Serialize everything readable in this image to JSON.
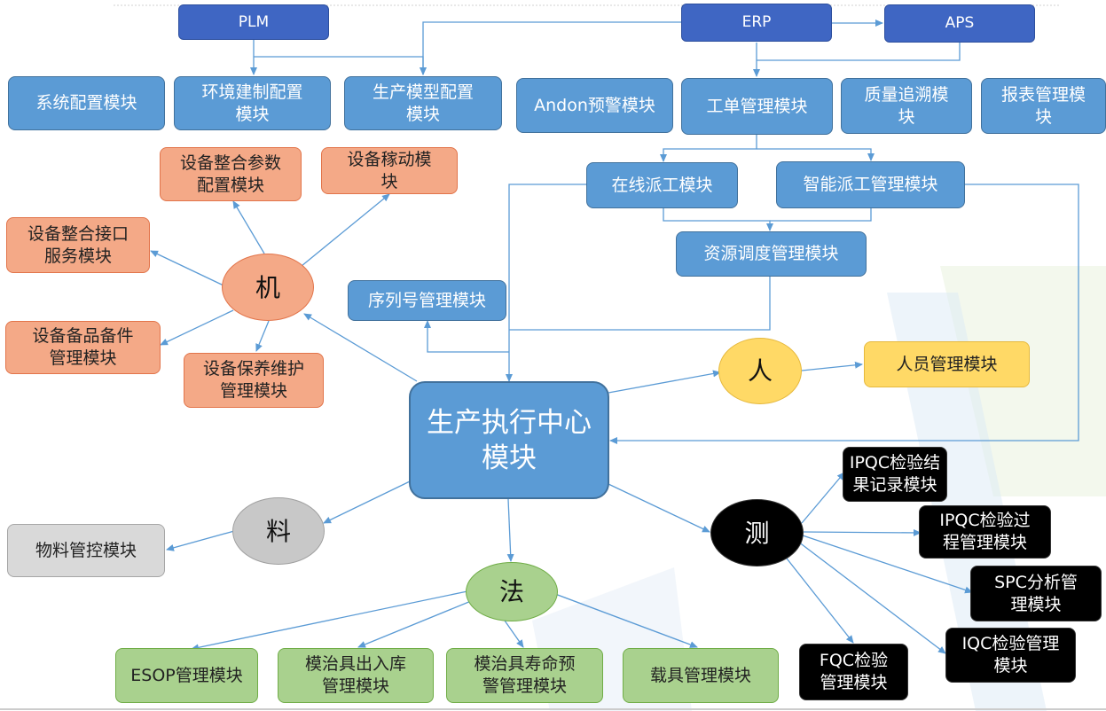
{
  "top": {
    "plm": "PLM",
    "erp": "ERP",
    "aps": "APS"
  },
  "modules": {
    "sys_config": "系统配置模块",
    "env_config": "环境建制配置\n模块",
    "prod_model": "生产模型配置\n模块",
    "andon": "Andon预警模块",
    "work_order": "工单管理模块",
    "quality_trace": "质量追溯模\n块",
    "report": "报表管理模\n块",
    "online_dispatch": "在线派工模块",
    "smart_dispatch": "智能派工管理模块",
    "resource_sched": "资源调度管理模块",
    "serial_no": "序列号管理模块",
    "center": "生产执行中心\n模块"
  },
  "machine": {
    "hub": "机",
    "param_config": "设备整合参数\n配置模块",
    "utilization": "设备稼动模\n块",
    "interface": "设备整合接口\n服务模块",
    "spare_parts": "设备备品备件\n管理模块",
    "maintenance": "设备保养维护\n管理模块"
  },
  "man": {
    "hub": "人",
    "personnel": "人员管理模块"
  },
  "material": {
    "hub": "料",
    "control": "物料管控模块"
  },
  "method": {
    "hub": "法",
    "esop": "ESOP管理模块",
    "fixture_io": "模治具出入库\n管理模块",
    "fixture_life": "模治具寿命预\n警管理模块",
    "carrier": "载具管理模块"
  },
  "measure": {
    "hub": "测",
    "ipqc_result": "IPQC检验结\n果记录模块",
    "ipqc_process": "IPQC检验过\n程管理模块",
    "spc": "SPC分析管\n理模块",
    "iqc": "IQC检验管理\n模块",
    "fqc": "FQC检验\n管理模块"
  },
  "colors": {
    "line": "#5b9bd5",
    "top_system": "#3f66c3",
    "module": "#5b9bd5",
    "machine": "#f4a987",
    "man": "#ffd966",
    "material": "#d9d9d9",
    "method": "#a9d18e",
    "measure": "#000000"
  }
}
